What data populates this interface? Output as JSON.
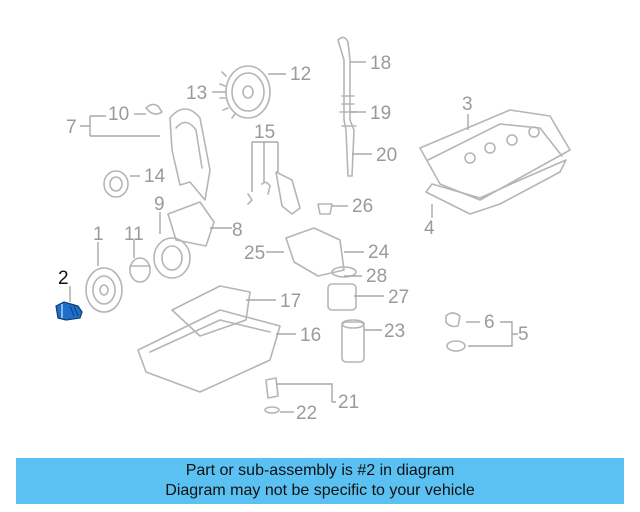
{
  "diagram": {
    "highlight_color": "#1f6fc9",
    "caption_bg": "#5bc1f2",
    "callouts": [
      "1",
      "2",
      "3",
      "4",
      "5",
      "6",
      "7",
      "8",
      "9",
      "10",
      "11",
      "12",
      "13",
      "14",
      "15",
      "16",
      "17",
      "18",
      "19",
      "20",
      "21",
      "22",
      "23",
      "24",
      "25",
      "26",
      "27",
      "28"
    ]
  },
  "caption": {
    "line1": "Part or sub-assembly is #2 in diagram",
    "line2": "Diagram may not be specific to your vehicle"
  }
}
